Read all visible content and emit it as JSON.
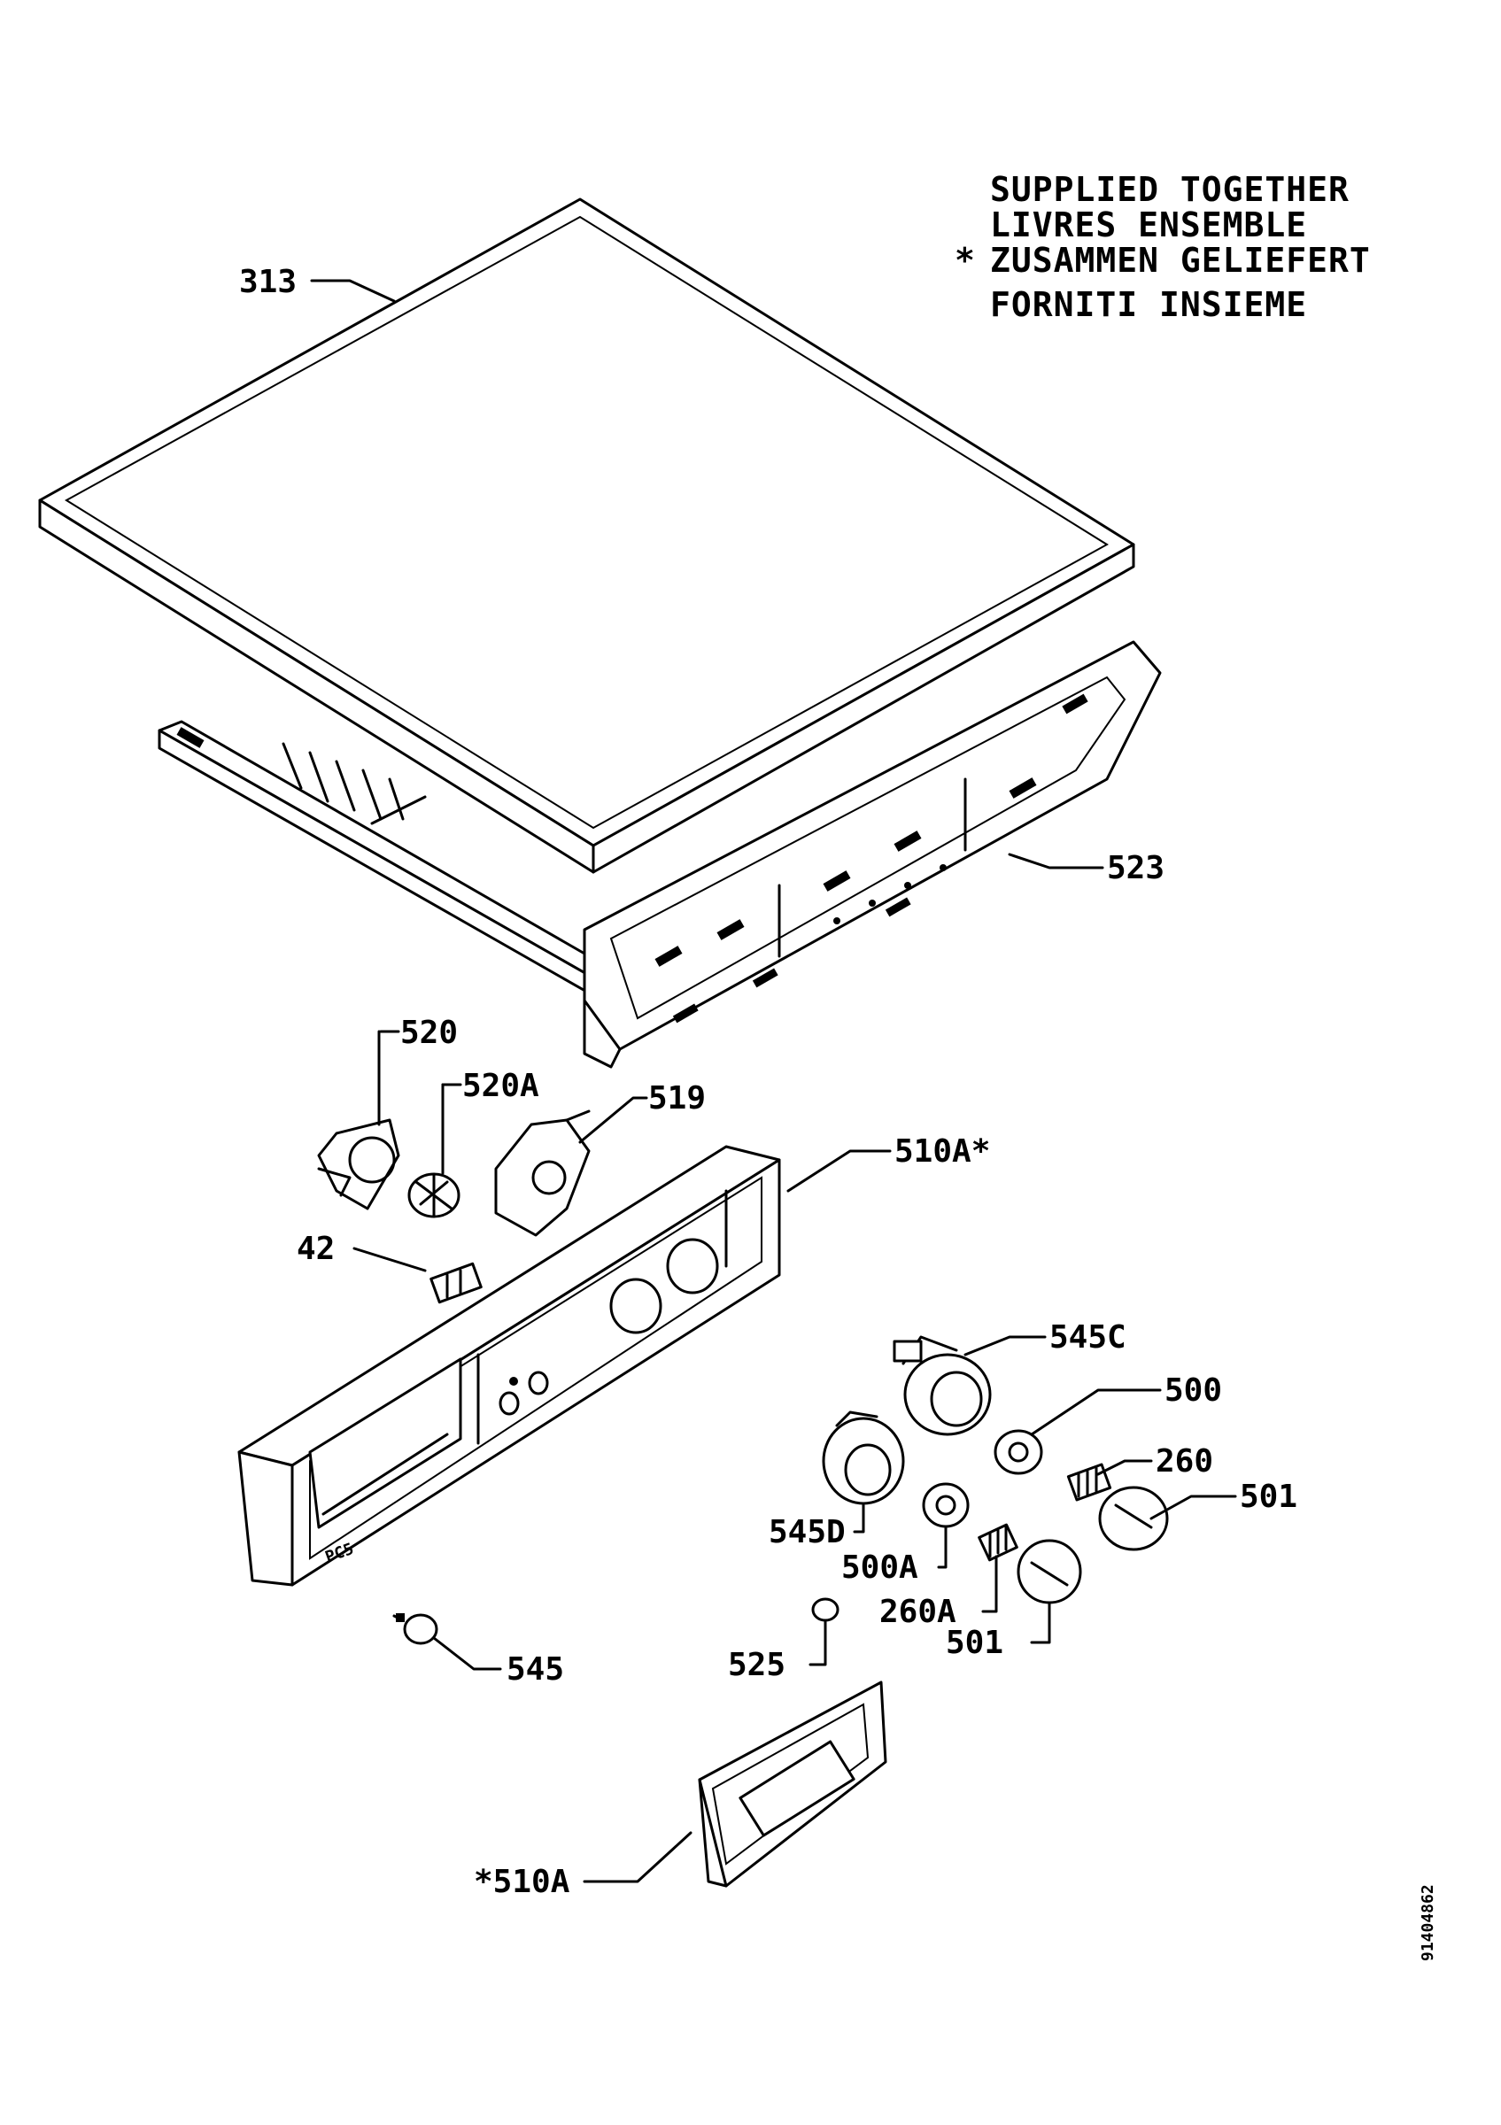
{
  "note": {
    "line1": "SUPPLIED TOGETHER",
    "line2": "LIVRES ENSEMBLE",
    "line3": "ZUSAMMEN GELIEFERT",
    "line4": "FORNITI INSIEME",
    "marker": "*"
  },
  "labels": {
    "p313": "313",
    "p523": "523",
    "p520": "520",
    "p520a": "520A",
    "p519": "519",
    "p510a_top": "510A*",
    "p42": "42",
    "p545c": "545C",
    "p500": "500",
    "p260": "260",
    "p501_right": "501",
    "p545d": "545D",
    "p500a": "500A",
    "p260a": "260A",
    "p501_bottom": "501",
    "p525": "525",
    "p545": "545",
    "p510a_bottom": "*510A"
  },
  "panel_marking": "PC5",
  "reference_number": "91404862"
}
